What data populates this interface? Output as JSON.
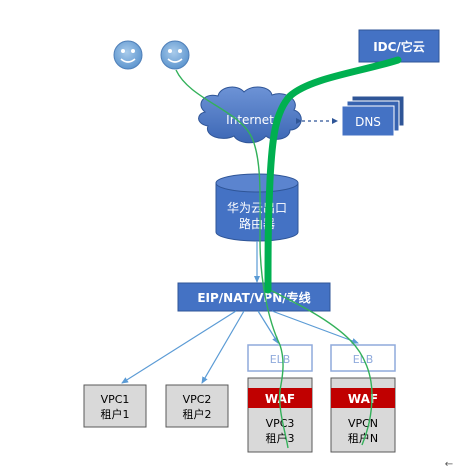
{
  "labels": {
    "idc": "IDC/它云",
    "internet": "Internet",
    "dns": "DNS",
    "router_line1": "华为云出口",
    "router_line2": "路由器",
    "gateway": "EIP/NAT/VPN/专线",
    "elb_1": "ELB",
    "elb_2": "ELB",
    "waf_1": "WAF",
    "waf_2": "WAF",
    "vpc1_line1": "VPC1",
    "vpc1_line2": "租户1",
    "vpc2_line1": "VPC2",
    "vpc2_line2": "租户2",
    "vpc3_line1": "VPC3",
    "vpc3_line2": "租户3",
    "vpcn_line1": "VPCN",
    "vpcn_line2": "租户N",
    "corner_mark": "←"
  },
  "colors": {
    "box_blue": "#4472C4",
    "box_blue_dark": "#2F5597",
    "box_gray": "#D9D9D9",
    "elb_border": "#8FAADC",
    "waf_red": "#C00000",
    "flow_green": "#00B050",
    "thin_green": "#33B15A",
    "connector_blue": "#5B9BD5",
    "face_blue": "#6FA8DC"
  },
  "icons": {
    "user": "smiley-face-icon",
    "internet": "cloud-icon",
    "dns": "server-stack-icon",
    "router": "cylinder-router-icon"
  }
}
